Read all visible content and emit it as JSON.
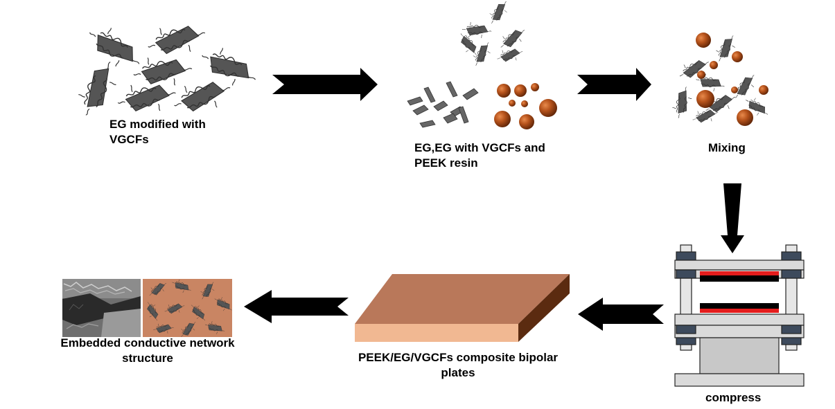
{
  "steps": {
    "eg_modified": {
      "line1": "EG modified with",
      "line2": "VGCFs"
    },
    "materials": {
      "line1": "EG,EG with VGCFs and",
      "line2": "PEEK resin"
    },
    "mixing": {
      "label": "Mixing"
    },
    "compress": {
      "label": "compress"
    },
    "composite": {
      "line1": "PEEK/EG/VGCFs composite bipolar",
      "line2": "plates"
    },
    "embedded": {
      "line1": "Embedded conductive network",
      "line2": "structure"
    }
  },
  "colors": {
    "flake": "#555555",
    "fiber": "#3a3a3a",
    "resin": "#a8420f",
    "plate_top": "#b9785a",
    "plate_front": "#f1b892",
    "plate_side": "#5b2b10",
    "press_frame": "#d9d9d9",
    "press_cap": "#3d4a5c",
    "heater_red": "#e41d1d",
    "arrow": "#000000"
  }
}
